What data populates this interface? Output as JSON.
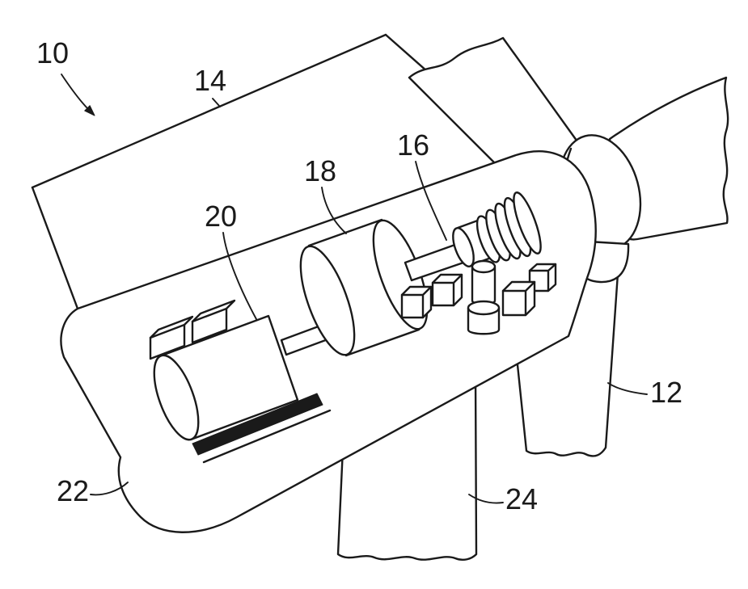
{
  "colors": {
    "line": "#1a1a1a",
    "background": "#ffffff"
  },
  "labels": {
    "n10": "10",
    "n12": "12",
    "n14": "14",
    "n16": "16",
    "n18": "18",
    "n20": "20",
    "n22": "22",
    "n24": "24"
  }
}
